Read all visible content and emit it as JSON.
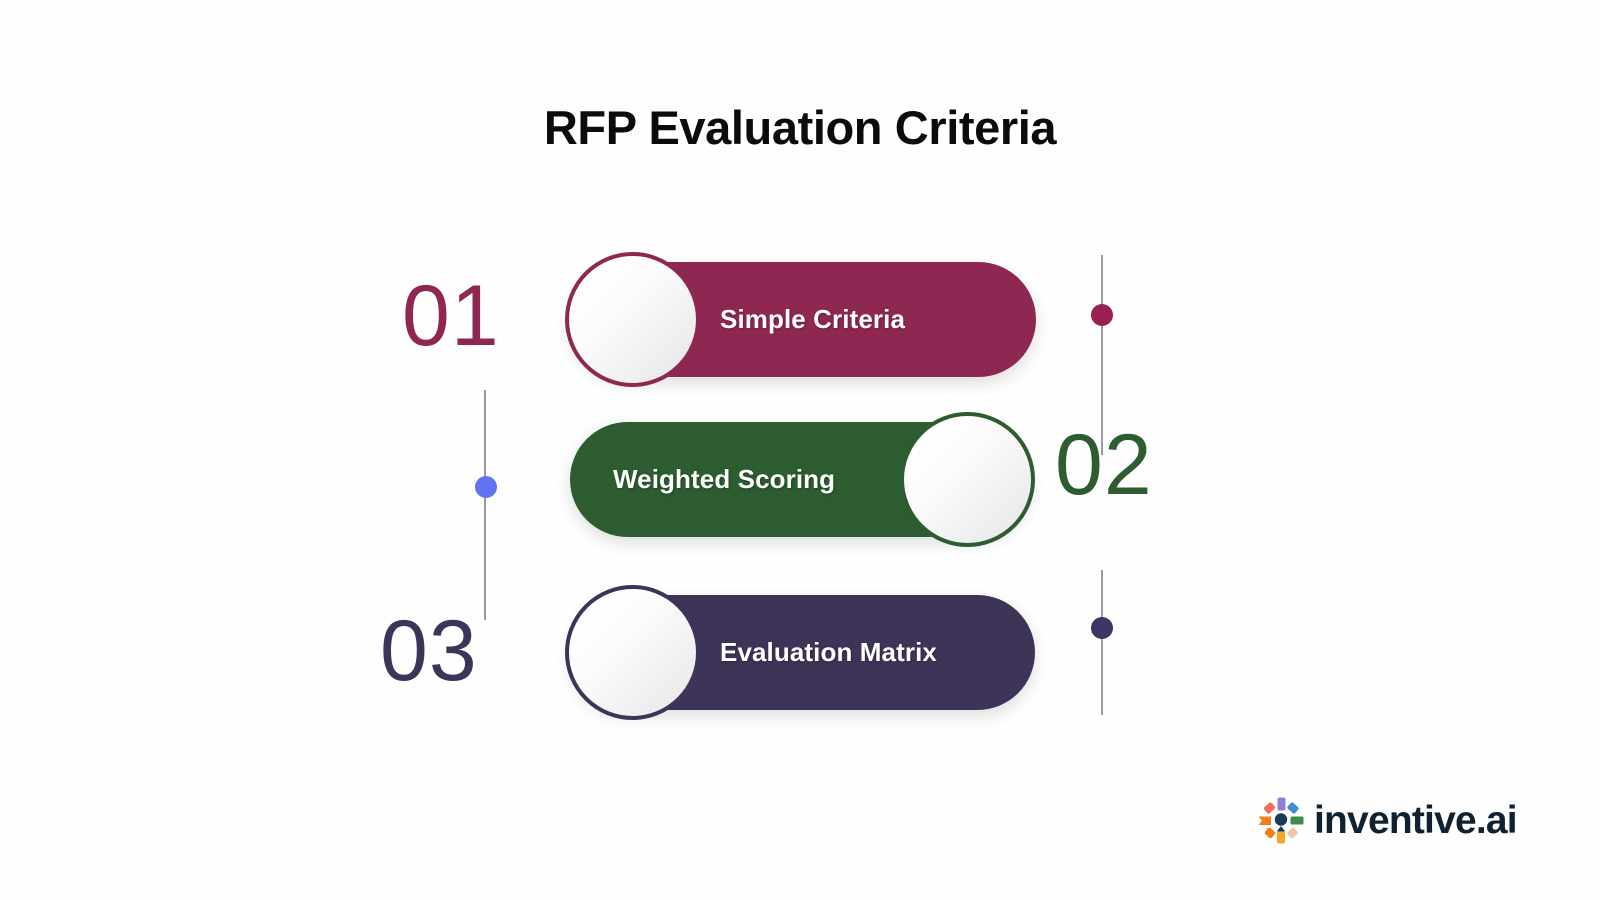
{
  "title": "RFP Evaluation Criteria",
  "background_color": "#fefefe",
  "title_color": "#0b0b0d",
  "rows": [
    {
      "number": "01",
      "label": "Simple Criteria",
      "color": "#8e2751",
      "side": "right",
      "dot_color": "#9c1f53"
    },
    {
      "number": "02",
      "label": "Weighted Scoring",
      "color": "#2c5c30",
      "side": "left",
      "dot_color": "#6172f3"
    },
    {
      "number": "03",
      "label": "Evaluation Matrix",
      "color": "#3e3458",
      "side": "right",
      "dot_color": "#3c3565"
    }
  ],
  "connectors": {
    "rail_color": "#9a9aa2",
    "dots": [
      {
        "name": "crimson-dot",
        "color": "#9c1f53"
      },
      {
        "name": "blue-dot",
        "color": "#6172f3"
      },
      {
        "name": "purple-dot",
        "color": "#3c3565"
      }
    ]
  },
  "logo": {
    "text": "inventive.ai",
    "text_color": "#11212f",
    "mark_name": "inventive-radial-mark",
    "mark_colors": {
      "red": "#ef6f58",
      "purple": "#8f7ddd",
      "blue": "#3d8edb",
      "green": "#3f8a4f",
      "peach": "#f4c4a4",
      "orange": "#f07f1a",
      "amber": "#f5a623",
      "navy": "#1a3a5c"
    }
  }
}
